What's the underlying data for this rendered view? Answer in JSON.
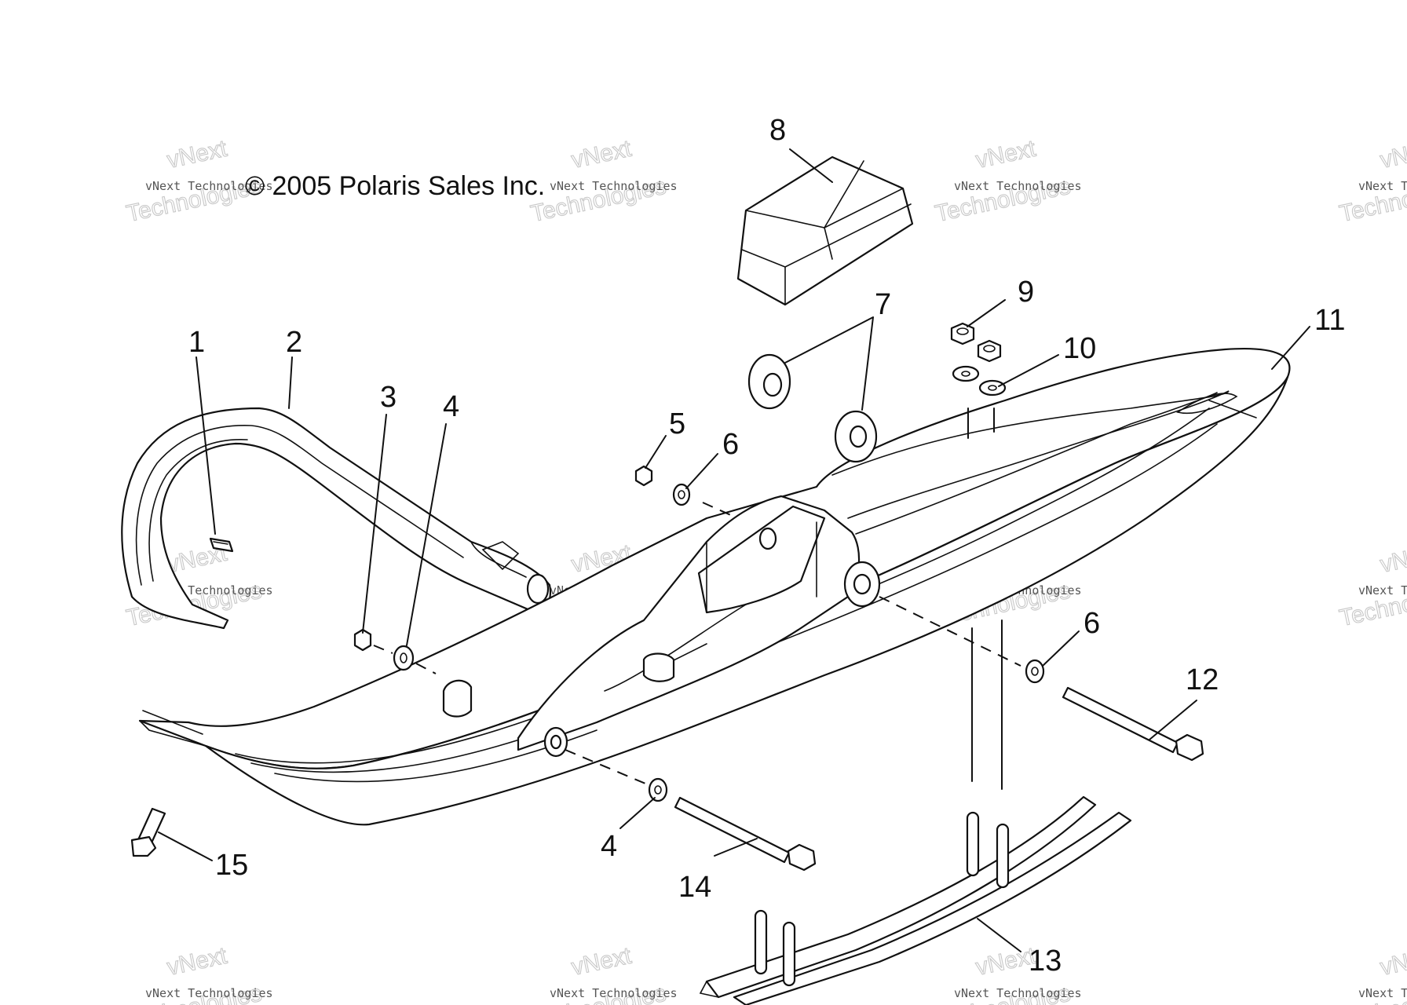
{
  "copyright": "© 2005 Polaris Sales Inc.",
  "watermark": {
    "line_small": "vNext Technologies",
    "line_big_1": "vNext",
    "line_big_2": "Technologies"
  },
  "callouts": {
    "c1": "1",
    "c2": "2",
    "c3": "3",
    "c4a": "4",
    "c4b": "4",
    "c5": "5",
    "c6a": "6",
    "c6b": "6",
    "c7": "7",
    "c8": "8",
    "c9": "9",
    "c10": "10",
    "c11": "11",
    "c12": "12",
    "c13": "13",
    "c14": "14",
    "c15": "15"
  }
}
